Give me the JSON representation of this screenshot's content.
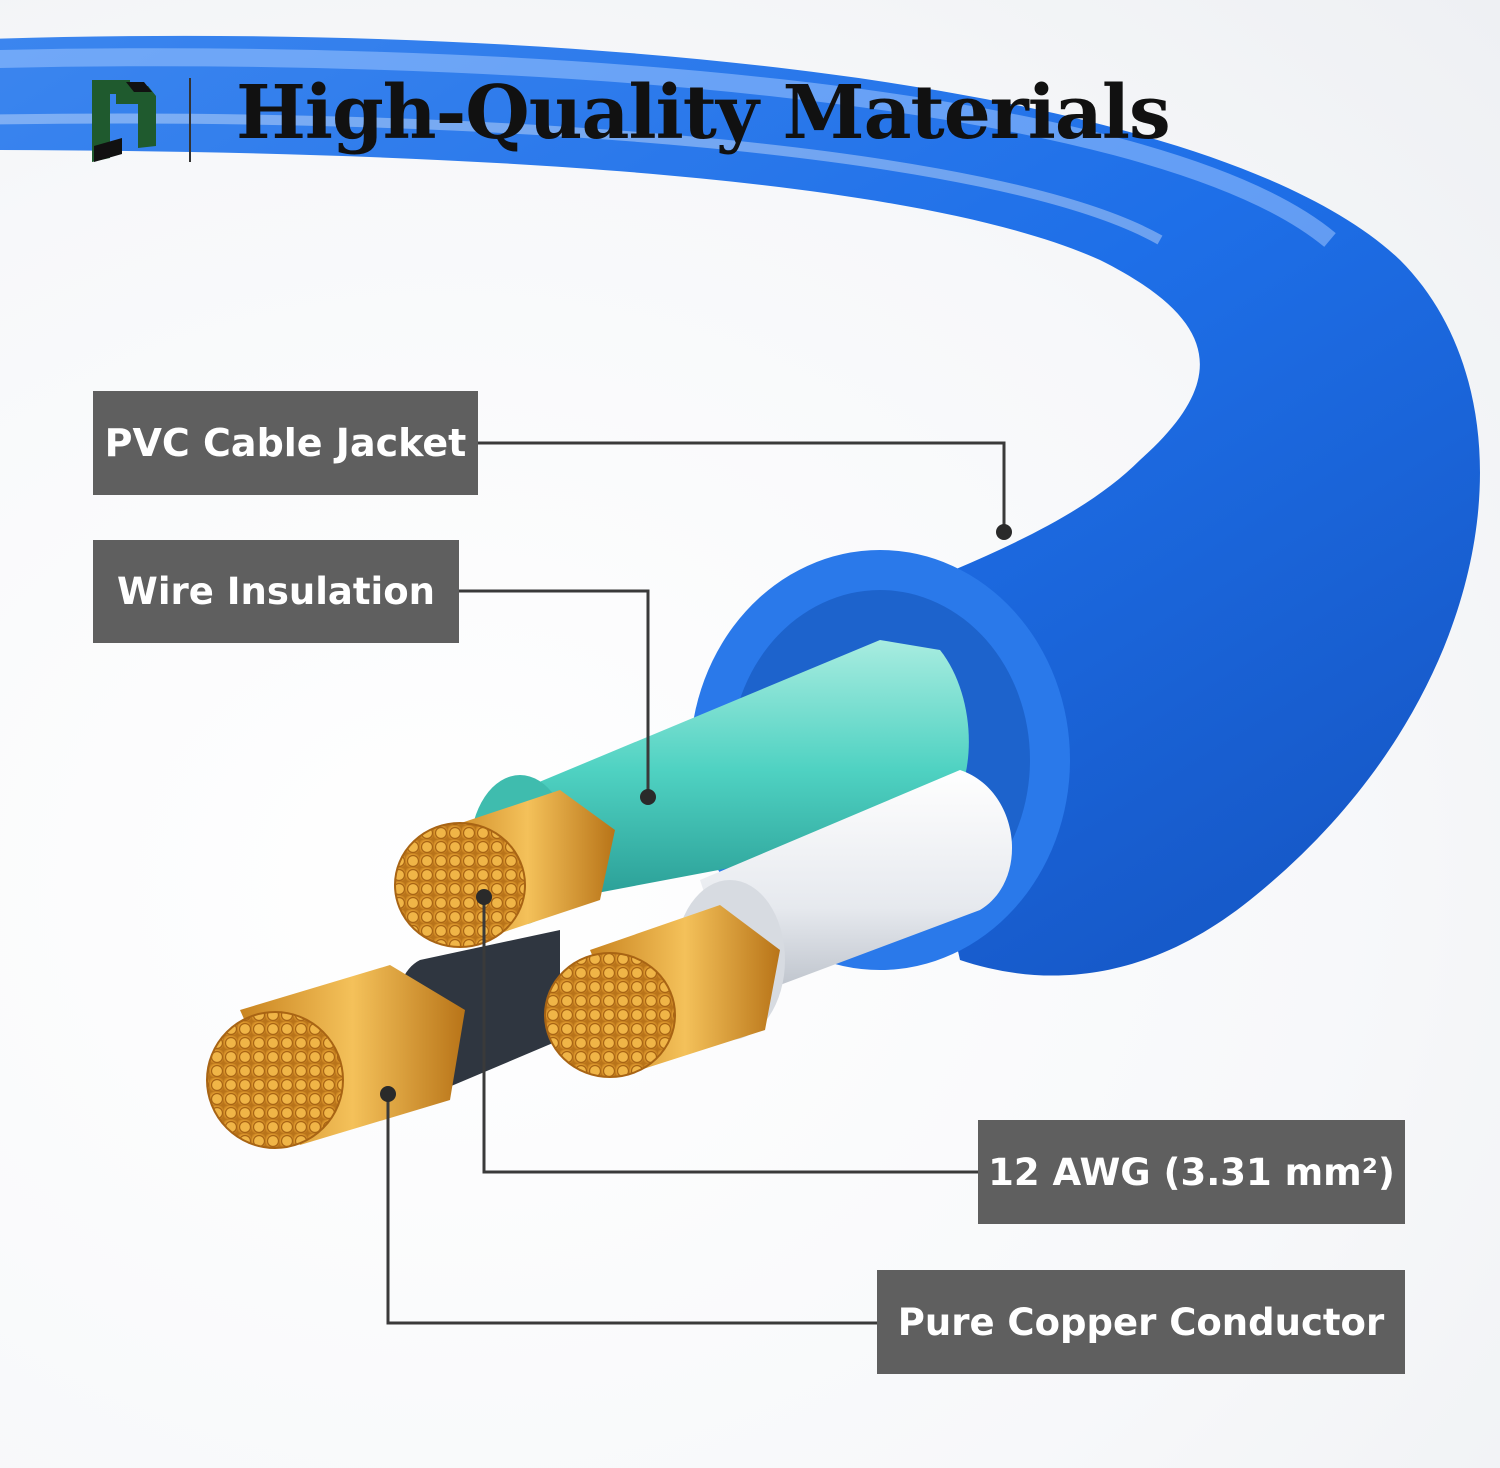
{
  "header": {
    "title": "High-Quality Materials"
  },
  "labels": {
    "jacket": "PVC Cable Jacket",
    "insulation": "Wire Insulation",
    "gauge": "12 AWG (3.31 mm²)",
    "conductor": "Pure Copper Conductor"
  },
  "colors": {
    "cable_blue": "#1f6fe0",
    "label_bg": "#5f5f5f",
    "copper": "#e0a030",
    "logo_green": "#1f5a2e"
  },
  "icons": {
    "brand_logo": "brand-logo-icon"
  }
}
